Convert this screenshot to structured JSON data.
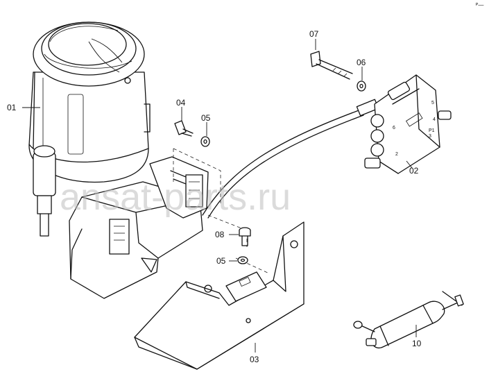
{
  "diagram": {
    "watermark": "ansat-parts.ru",
    "corner_mark": "ᴾ—",
    "callouts": [
      {
        "id": "c01",
        "text": "01"
      },
      {
        "id": "c02",
        "text": "02"
      },
      {
        "id": "c03",
        "text": "03"
      },
      {
        "id": "c04",
        "text": "04"
      },
      {
        "id": "c05a",
        "text": "05"
      },
      {
        "id": "c05b",
        "text": "05"
      },
      {
        "id": "c06",
        "text": "06"
      },
      {
        "id": "c07",
        "text": "07"
      },
      {
        "id": "c08",
        "text": "08"
      },
      {
        "id": "c10",
        "text": "10"
      }
    ],
    "block_marks": [
      "5",
      "6",
      "4",
      "3",
      "2",
      "P1"
    ]
  }
}
